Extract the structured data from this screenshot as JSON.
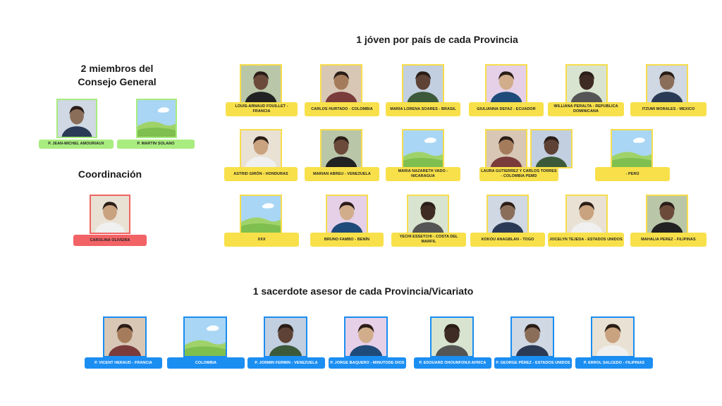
{
  "headings": {
    "consejo": "2 miembros del\nConsejo General",
    "jovenes": "1 jóven por país de cada Provincia",
    "coordinacion": "Coordinación",
    "sacerdotes": "1 sacerdote asesor de cada Provincia/Vicariato"
  },
  "consejo": [
    {
      "label": "P. JEAN-MICHEL AMOURIAUX",
      "photo": "person-photo"
    },
    {
      "label": "P. MARTIN SOLANO",
      "photo": "placeholder-image"
    }
  ],
  "coordinacion": [
    {
      "label": "CAROLINA OLIVEIRA",
      "photo": "person-photo"
    }
  ],
  "jovenes": [
    {
      "label": "LOUIS-ARNAUD FOUILLET - FRANCIA",
      "photo": "person-photo"
    },
    {
      "label": "CARLOS HURTADO - COLOMBIA",
      "photo": "person-photo"
    },
    {
      "label": "MARIA LORENA SOARES - BRASIL",
      "photo": "person-photo"
    },
    {
      "label": "GIULIANNA DEFAZ - ECUADOR",
      "photo": "person-photo"
    },
    {
      "label": "WILLIANA PERALTA - REPUBLICA DOMINICANA",
      "photo": "person-photo"
    },
    {
      "label": "ITZUMI MORALES - MEXICO",
      "photo": "person-photo"
    },
    {
      "label": "ASTRID GIRÓN - HONDURAS",
      "photo": "person-photo"
    },
    {
      "label": "MARIAN ABREU - VENEZUELA",
      "photo": "person-photo"
    },
    {
      "label": "MARIA NAZARETH VADO - NICARAGUA",
      "photo": "placeholder-image"
    },
    {
      "label": "LAURA GUTIERREZ Y CARLOS TORRES - COLOMBIA PEMD",
      "photo": "person-photo"
    },
    {
      "label": "- PERÚ",
      "photo": "placeholder-image"
    },
    {
      "label": "XXX",
      "photo": "placeholder-image"
    },
    {
      "label": "BRUNO FAMBO - BENÍN",
      "photo": "person-photo"
    },
    {
      "label": "YECHI ESSETCHI - COSTA DEL MARFIL",
      "photo": "person-photo"
    },
    {
      "label": "KOKOU ANAGBLAN - TOGO",
      "photo": "person-photo"
    },
    {
      "label": "JOCELYN TEJEDA - ESTADOS UNIDOS",
      "photo": "person-photo"
    },
    {
      "label": "MAHALIA PEREZ - FILIPINAS",
      "photo": "person-photo"
    }
  ],
  "sacerdotes": [
    {
      "label": "P. VICENT HERAUD - FRANCIA",
      "photo": "person-photo"
    },
    {
      "label": "COLOMBIA",
      "photo": "placeholder-image"
    },
    {
      "label": "P. JORMIN FERMIN - VENEZUELA",
      "photo": "person-photo"
    },
    {
      "label": "P. JORGE BAQUERO - MINUTODE DIOS",
      "photo": "person-photo"
    },
    {
      "label": "P. EDOUARD OHOUNFONJI AFRICA",
      "photo": "person-photo"
    },
    {
      "label": "P. GEORGE PÉREZ - ESTADOS UNIDOS",
      "photo": "person-photo"
    },
    {
      "label": "P. ERROL SALCEDO - FILIPINAS",
      "photo": "person-photo"
    }
  ],
  "colors": {
    "jovenes": "#f8e04a",
    "consejo": "#a9ec7f",
    "coordinacion": "#f26366",
    "sacerdotes": "#1b8ef2"
  }
}
